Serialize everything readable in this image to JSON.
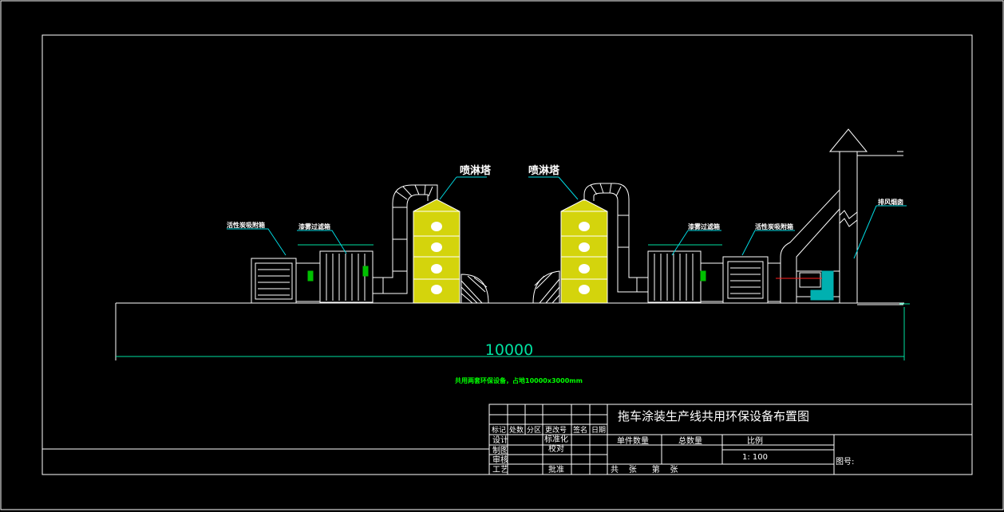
{
  "labels": {
    "tower_left": "喷淋塔",
    "tower_right": "喷淋塔",
    "carbon_box_left": "活性炭吸附箱",
    "filter_box_left": "漆雾过滤箱",
    "filter_box_right": "漆雾过滤箱",
    "carbon_box_right": "活性炭吸附箱",
    "chimney": "排风烟囱"
  },
  "dimension": {
    "total_length": "10000"
  },
  "note": "共用两套环保设备，占地10000x3000mm",
  "title_block": {
    "drawing_title": "拖车涂装生产线共用环保设备布置图",
    "revision_headers": [
      "标记",
      "处数",
      "分区",
      "更改号",
      "签名",
      "日期"
    ],
    "roles": [
      "设计",
      "制图",
      "审核",
      "工艺"
    ],
    "standardize": "标准化",
    "proofread": "校对",
    "approve": "批准",
    "unit_qty": "单件数量",
    "total_qty": "总数量",
    "scale_label": "比例",
    "scale_value": "1: 100",
    "sheets": "共    张      第    张",
    "drawing_no": "图号:"
  },
  "colors": {
    "background": "#000000",
    "line": "#ffffff",
    "tower_fill": "#d4d40c",
    "dimension": "#00e0a0",
    "leader": "#00d8e0",
    "note": "#00ff00",
    "red": "#ff2020"
  }
}
